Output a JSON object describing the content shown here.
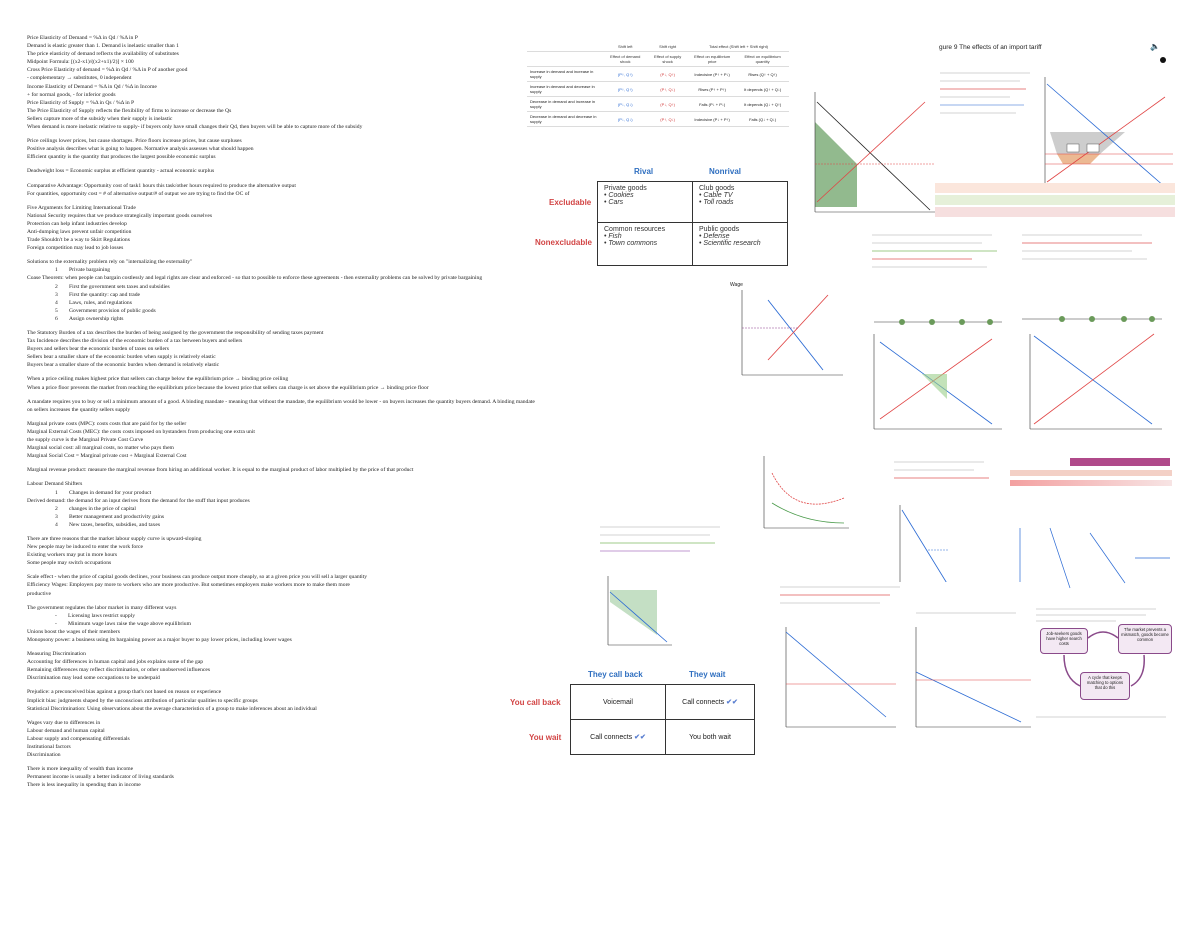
{
  "notes": {
    "lines": [
      "Price Elasticity of Demand = %Δ in Qd / %Δ in P",
      "Demand is elastic greater than 1. Demand is inelastic smaller than 1",
      "The price elasticity of demand reflects the availability of substitutes",
      "Midpoint Formula: [(x2-x1)/((x2+x1)/2)] × 100",
      "Cross Price Elasticity of demand = %Δ in Qd / %Δ in P of another good",
      "- complementary → substitutes, 0 independent",
      "Income Elasticity of Demand = %Δ in Qd / %Δ in Income",
      "+ for normal goods, - for inferior goods",
      "Price Elasticity of Supply = %Δ in Qs / %Δ in P",
      "The Price Elasticity of Supply reflects the flexibility of firms to increase or decrease the Qs",
      "Sellers capture more of the subsidy when their supply is inelastic",
      "When demand is more inelastic relative to supply- if buyers only have small changes their Qd, then buyers will be able to capture more of the subsidy",
      "",
      "Price ceilings lower prices, but cause shortages. Price floors increase prices, but cause surpluses",
      "Positive analysis describes what is going to happen. Normative analysis assesses what should happen",
      "Efficient quantity is the quantity that produces the largest possible economic surplus",
      "",
      "Deadweight loss = Economic surplus at efficient quantity - actual economic surplus",
      "",
      "Comparative Advantage: Opportunity cost of task1 hours this task/other hours required to produce the alternative output",
      "For quantities, opportunity cost = # of alternative output/# of output we are trying to find the OC of",
      "",
      "Five Arguments for Limiting International Trade",
      "National Security requires that we produce strategically important goods ourselves",
      "Protection can help infant industries develop",
      "Anti-dumping laws prevent unfair competition",
      "Trade Shouldn't be a way to Skirt Regulations",
      "Foreign competition may lead to job losses",
      "",
      "Solutions to the externality problem rely on \"internalizing the externality\"",
      "@1\tPrivate bargaining",
      "Coase Theorem: when people can bargain costlessly and legal rights are clear and enforced - so that to possible to enforce these agreements - then externality problems can be solved by private bargaining",
      "@2\tFirst the government sets taxes and subsidies",
      "@3\tFirst the quantity: cap and trade",
      "@4\tLaws, rules, and regulations",
      "@5\tGovernment provision of public goods",
      "@6\tAssign ownership rights",
      "",
      "The Statutory Burden of a tax describes the burden of being assigned by the government the responsibility of sending taxes payment",
      "Tax Incidence describes the division of the economic burden of a tax between buyers and sellers",
      "Buyers and sellers bear the economic burden of taxes on sellers",
      "Sellers bear a smaller share of the economic burden when supply is relatively elastic",
      "Buyers bear a smaller share of the economic burden when demand is relatively elastic",
      "",
      "When a price ceiling makes highest price that sellers can charge below the equilibrium price → binding price ceiling",
      "When a price floor prevents the market from reaching the equilibrium price because the lowest price that sellers can charge is set above the equilibrium price → binding price floor",
      "",
      "A mandate requires you to buy or sell a minimum amount of a good. A binding mandate - meaning that without the mandate, the equilibrium would be lower - on buyers increases the quantity buyers demand. A binding mandate",
      "on sellers increases the quantity sellers supply",
      "",
      "Marginal private costs (MPC): costs costs that are paid for by the seller",
      "Marginal External Costs (MEC): the costs costs imposed on bystanders from producing one extra unit",
      "the supply curve is the Marginal Private Cost Curve",
      "Marginal social cost: all marginal costs, no matter who pays them",
      "Marginal Social Cost = Marginal private cost + Marginal External Cost",
      "",
      "Marginal revenue product: measure the marginal revenue from hiring an additional worker. It is equal to the marginal product of labor multiplied by the price of that product",
      "",
      "Labour Demand Shifters",
      "@1\tChanges in demand for your product",
      "Derived demand: the demand for an input derives from the demand for the stuff that input produces",
      "@2\tchanges in the price of capital",
      "@3\tBetter management and productivity gains",
      "@4\tNew taxes, benefits, subsidies, and taxes",
      "",
      "There are three reasons that the market labour supply curve is upward-sloping",
      "New people may be induced to enter the work force",
      "Existing workers may put in more hours",
      "Some people may switch occupations",
      "",
      "Scale effect - when the price of capital goods declines, your business can produce output more cheaply, so at a given price you will sell a larger quantity",
      "Efficiency Wages: Employers pay more to workers who are more productive. But sometimes employers make workers more to make them more",
      "productive",
      "",
      "The government regulates the labor market in many different ways",
      "-\tLicensing laws restrict supply",
      "-\tMinimum wage laws raise the wage above equilibrium",
      "Unions boost the wages of their members",
      "Monopsony power: a business using its bargaining power as a major buyer to pay lower prices, including lower wages",
      "",
      "Measuring Discrimination",
      "Accounting for differences in human capital and jobs explains some of the gap",
      "Remaining differences may reflect discrimination, or other unobserved influences",
      "Discrimination may lead some occupations to be underpaid",
      "",
      "Prejudice: a preconceived bias against a group that's not based on reason or experience",
      "Implicit bias: judgments shaped by the unconscious attribution of particular qualities to specific groups",
      "Statistical Discrimination: Using observations about the average characteristics of a group to make inferences about an individual",
      "",
      "Wages vary due to differences in",
      "Labour demand and human capital",
      "Labour supply and compensating differentials",
      "Institutional factors",
      "Discrimination",
      "",
      "There is more inequality of wealth than income",
      "Permanent income is usually a better indicator of living standards",
      "There is less inequality in spending than in income"
    ]
  },
  "shift_table": {
    "headers": [
      "Shift left",
      "Shift right",
      "Total effect (Shift left + Shift right)"
    ],
    "subheaders": [
      "Effect of demand shock",
      "Effect of supply shock",
      "Effect on equilibrium price",
      "Effect on equilibrium quantity"
    ],
    "rows": [
      [
        "Increase in demand and increase in supply",
        "(P↑, Q↑)",
        "(P↓, Q↑)",
        "Indecisive (P↑ + P↓)",
        "Rises (Q↑ + Q↑)"
      ],
      [
        "Increase in demand and decrease in supply",
        "(P↑, Q↑)",
        "(P↑, Q↓)",
        "Rises (P↑ + P↑)",
        "It depends (Q↑ + Q↓)"
      ],
      [
        "Decrease in demand and increase in supply",
        "(P↓, Q↓)",
        "(P↓, Q↑)",
        "Falls (P↓ + P↓)",
        "It depends (Q↓ + Q↑)"
      ],
      [
        "Decrease in demand and decrease in supply",
        "(P↓, Q↓)",
        "(P↑, Q↓)",
        "Indecisive (P↓ + P↑)",
        "Falls (Q↓ + Q↓)"
      ]
    ]
  },
  "goods_table": {
    "col_rival": "Rival",
    "col_nonrival": "Nonrival",
    "row_excludable": "Excludable",
    "row_nonexcludable": "Nonexcludable",
    "private_title": "Private goods",
    "private_items": "• Cookies\n• Cars",
    "club_title": "Club goods",
    "club_items": "• Cable TV\n• Toll roads",
    "common_title": "Common resources",
    "common_items": "• Fish\n• Town commons",
    "public_title": "Public goods",
    "public_items": "• Defense\n• Scientific research"
  },
  "payoff_table": {
    "col_call": "They call back",
    "col_wait": "They wait",
    "row_call": "You call back",
    "row_wait": "You wait",
    "cc": "Voicemail",
    "cw": "Call connects",
    "wc": "Call connects",
    "ww": "You both wait",
    "check": "✔✔"
  },
  "tariff_title": "gure 9   The effects of an import tariff",
  "wage_label": "Wage",
  "cycle": {
    "top_left": "Job-seekers goods have higher search costs",
    "top_right": "The market prevents a mismatch, goods become common",
    "bottom": "A cycle that keeps matching to options that do this"
  }
}
